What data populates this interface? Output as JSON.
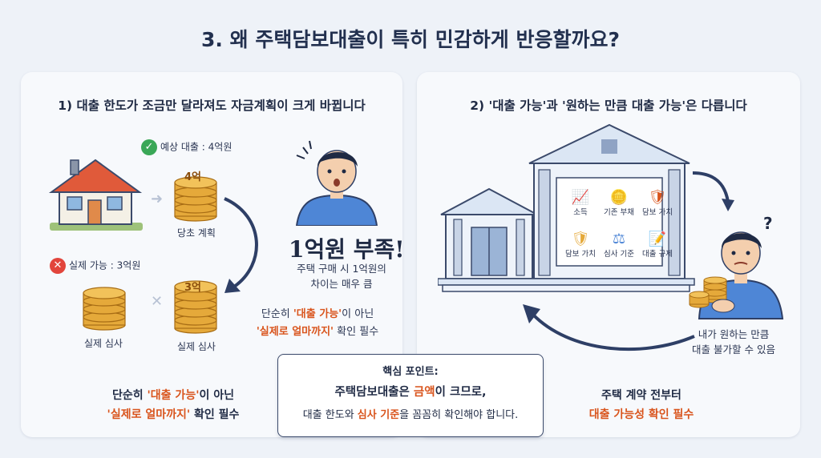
{
  "title": "3. 왜 주택담보대출이 특히 민감하게 반응할까요?",
  "left": {
    "heading": "1) 대출 한도가 조금만 달라져도 자금계획이 크게 바뀝니다",
    "expected_label": "예상 대출 : 4억원",
    "expected_coin": "4억",
    "initial_plan": "당초 계획",
    "actual_label": "실제 가능 : 3억원",
    "actual_coin": "3억",
    "review_1": "실제 심사",
    "review_2": "실제 심사",
    "shortage": "1억원 부족!",
    "shortage_note_1": "주택 구매 시 1억원의",
    "shortage_note_2": "차이는 매우 큼",
    "mid_note_1a": "단순히 ",
    "mid_note_1b": "'대출 가능'",
    "mid_note_1c": "이 아닌",
    "mid_note_2a": "'실제로 얼마까지'",
    "mid_note_2b": " 확인 필수",
    "bottom_1a": "단순히 ",
    "bottom_1b": "'대출 가능'",
    "bottom_1c": "이 아닌",
    "bottom_2a": "'실제로 얼마까지'",
    "bottom_2b": " 확인 필수"
  },
  "right": {
    "heading": "2) '대출 가능'과 '원하는 만큼 대출 가능'은 다릅니다",
    "factors": [
      "소득",
      "기존 부채",
      "담보 가치",
      "담보 가치",
      "심사 기준",
      "대출 규제"
    ],
    "person_note_1": "내가 원하는 만큼",
    "person_note_2": "대출 불가할 수 있음",
    "bottom_1": "주택 계약 전부터",
    "bottom_2": "대출 가능성 확인 필수"
  },
  "key": {
    "label": "핵심 포인트:",
    "line2a": "주택담보대출은 ",
    "line2b": "금액",
    "line2c": "이 크므로,",
    "line3a": "대출 한도와 ",
    "line3b": "심사 기준",
    "line3c": "을 꼼꼼히 확인해야 합니다."
  },
  "colors": {
    "orange": "#d9541c",
    "navy": "#1f2a44",
    "coin": "#e5a93a",
    "green": "#3aa757",
    "red": "#e2453c"
  }
}
